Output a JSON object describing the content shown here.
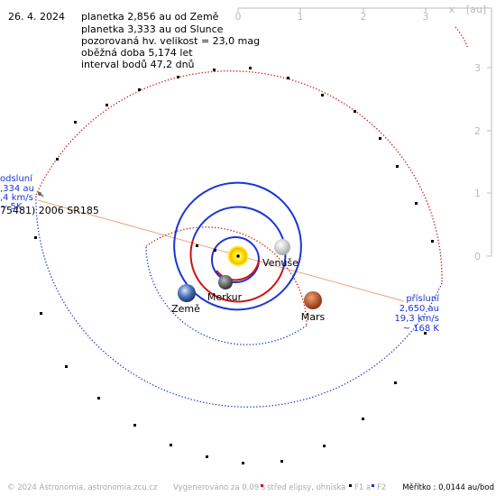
{
  "header": {
    "date": "26. 4. 2024",
    "lines": [
      "planetka 2,856 au od Země",
      "planetka 3,333 au od Slunce",
      "pozorovaná hv. velikost = 23,0 mag",
      "oběžná doba 5,174 let",
      "interval bodů 47,2 dnů"
    ]
  },
  "axes": {
    "x_label": "x",
    "unit_label": "[au]",
    "x_ticks": [
      "0",
      "1",
      "2",
      "3"
    ],
    "y_ticks": [
      "3",
      "2",
      "1",
      "0"
    ]
  },
  "aphelion": {
    "lines": [
      "odsluní",
      ",334 au",
      ",4 km/s",
      "~ 5K"
    ]
  },
  "perihelion": {
    "lines": [
      "přísluní",
      "2,650 au",
      "19,3 km/s",
      "~ 168 K"
    ]
  },
  "object_label": "75481) 2006 SR185",
  "planets": {
    "sun": "",
    "mercury": "Merkur",
    "venus": "Venuše",
    "earth": "Země",
    "mars": "Mars"
  },
  "footer": {
    "copyright": "© 2024 Astronomia, astronomia.zcu.cz",
    "generated": "Vygenerováno za 0,09 s",
    "legend_center": "střed elipsy, ohniska",
    "legend_f1": "F1 a",
    "legend_f2": "F2",
    "scale": "Měřítko : 0,0144 au/bod"
  },
  "colors": {
    "orbit_red": "#d01010",
    "orbit_blue": "#1a35d6",
    "axis": "#bbbbbb",
    "apsis_line": "#f0a080"
  }
}
